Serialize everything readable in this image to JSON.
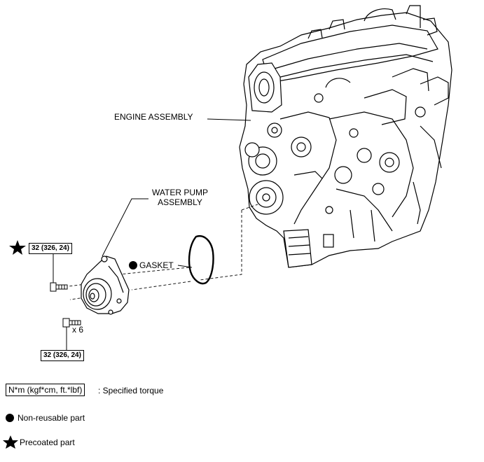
{
  "labels": {
    "engine_assembly": "ENGINE ASSEMBLY",
    "water_pump_line1": "WATER PUMP",
    "water_pump_line2": "ASSEMBLY",
    "gasket": "GASKET",
    "bolt_count": "x 6"
  },
  "torque": {
    "upper": "32 (326, 24)",
    "lower": "32 (326, 24)"
  },
  "legend": {
    "torque_box": "N*m (kgf*cm, ft.*lbf)",
    "torque_text": ": Specified torque",
    "non_reusable": "Non-reusable part",
    "precoated": "Precoated part"
  },
  "icons": {
    "non_reusable": "filled-circle-icon",
    "precoated": "star-icon"
  },
  "colors": {
    "ink": "#000000",
    "background": "#ffffff"
  }
}
